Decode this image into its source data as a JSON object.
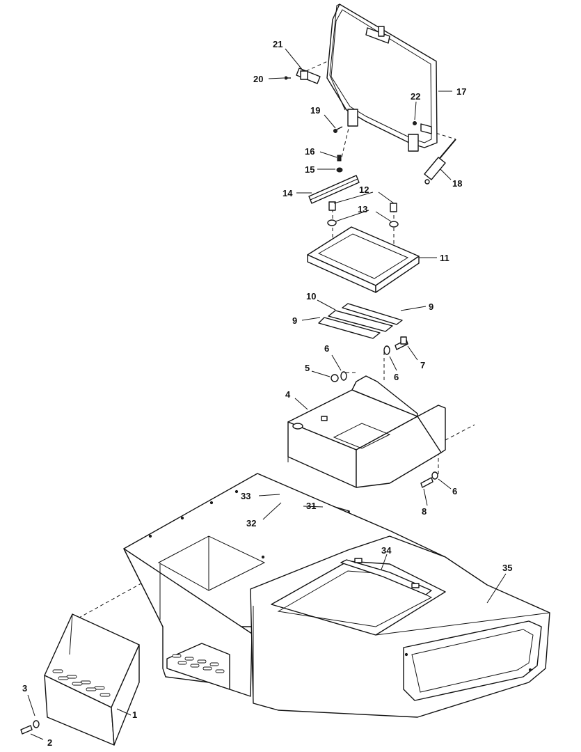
{
  "diagram": {
    "type": "exploded-parts-view",
    "callouts": [
      {
        "id": "c1",
        "label": "1"
      },
      {
        "id": "c2",
        "label": "2"
      },
      {
        "id": "c3",
        "label": "3"
      },
      {
        "id": "c4",
        "label": "4"
      },
      {
        "id": "c5",
        "label": "5"
      },
      {
        "id": "c6a",
        "label": "6"
      },
      {
        "id": "c6b",
        "label": "6"
      },
      {
        "id": "c6c",
        "label": "6"
      },
      {
        "id": "c7",
        "label": "7"
      },
      {
        "id": "c8",
        "label": "8"
      },
      {
        "id": "c9a",
        "label": "9"
      },
      {
        "id": "c9b",
        "label": "9"
      },
      {
        "id": "c10",
        "label": "10"
      },
      {
        "id": "c11",
        "label": "11"
      },
      {
        "id": "c12",
        "label": "12"
      },
      {
        "id": "c13",
        "label": "13"
      },
      {
        "id": "c14",
        "label": "14"
      },
      {
        "id": "c15",
        "label": "15"
      },
      {
        "id": "c16",
        "label": "16"
      },
      {
        "id": "c17",
        "label": "17"
      },
      {
        "id": "c18",
        "label": "18"
      },
      {
        "id": "c19",
        "label": "19"
      },
      {
        "id": "c20",
        "label": "20"
      },
      {
        "id": "c21",
        "label": "21"
      },
      {
        "id": "c22",
        "label": "22"
      },
      {
        "id": "c31",
        "label": "31"
      },
      {
        "id": "c32",
        "label": "32"
      },
      {
        "id": "c33",
        "label": "33"
      },
      {
        "id": "c34",
        "label": "34"
      },
      {
        "id": "c35",
        "label": "35"
      }
    ]
  }
}
